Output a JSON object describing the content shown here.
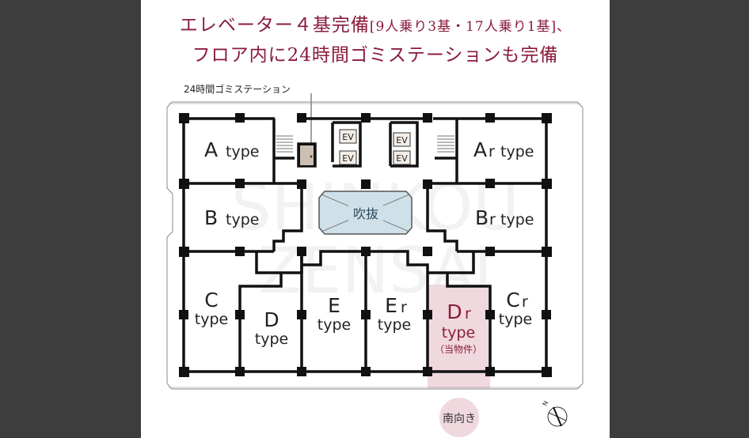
{
  "headline": {
    "line1_main": "エレベーター４基完備",
    "line1_detail": "[9人乗り3基・17人乗り1基]、",
    "line2": "フロア内に24時間ゴミステーションも完備"
  },
  "callout": "24時間ゴミステーション",
  "watermark": {
    "line1": "SHINKOU",
    "line2": "ZENSAI"
  },
  "elevator_label": "EV",
  "atrium_label": "吹抜",
  "units": [
    {
      "letter": "A",
      "suffix": "",
      "type": "type"
    },
    {
      "letter": "A",
      "suffix": "r",
      "type": "type"
    },
    {
      "letter": "B",
      "suffix": "",
      "type": "type"
    },
    {
      "letter": "B",
      "suffix": "r",
      "type": "type"
    },
    {
      "letter": "C",
      "suffix": "",
      "type": "type"
    },
    {
      "letter": "D",
      "suffix": "",
      "type": "type"
    },
    {
      "letter": "E",
      "suffix": "",
      "type": "type"
    },
    {
      "letter": "E",
      "suffix": "r",
      "type": "type"
    },
    {
      "letter": "D",
      "suffix": "r",
      "type": "type",
      "note": "（当物件）"
    },
    {
      "letter": "C",
      "suffix": "r",
      "type": "type"
    }
  ],
  "orientation_badge": "南向き",
  "compass_label": "N",
  "colors": {
    "accent": "#8a1c3c",
    "highlight": "#f0d8df",
    "atrium": "#cfe0e8",
    "trash": "#cbbfb2",
    "background": "#3d3d3d"
  }
}
